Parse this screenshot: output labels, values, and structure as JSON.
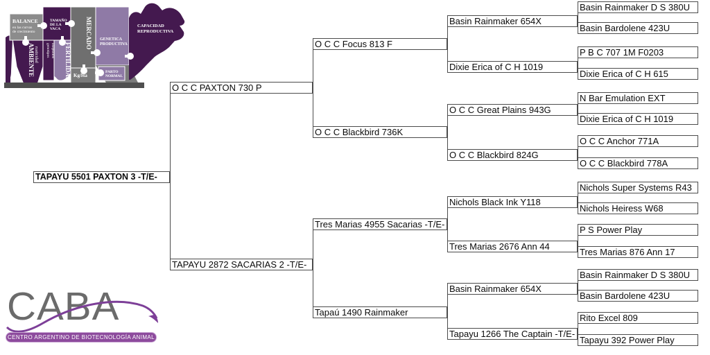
{
  "pedigree": {
    "subject": "TAPAYU 5501 PAXTON 3 -T/E-",
    "generations": {
      "g1": [
        "O C C PAXTON 730 P",
        "TAPAYU 2872 SACARIAS 2 -T/E-"
      ],
      "g2": [
        "O C C Focus 813 F",
        "O C C Blackbird 736K",
        "Tres Marias 4955 Sacarias -T/E-",
        "Tapaú 1490 Rainmaker"
      ],
      "g3": [
        "Basin Rainmaker 654X",
        "Dixie Erica of C H 1019",
        "O C C Great Plains 943G",
        "O C C Blackbird 824G",
        "Nichols Black Ink Y118",
        "Tres Marias 2676 Ann 44",
        "Basin Rainmaker 654X",
        "Tapayu 1266 The Captain -T/E-"
      ],
      "g4": [
        "Basin Rainmaker D S 380U",
        "Basin Bardolene 423U",
        "P B C 707 1M F0203",
        "Dixie Erica of C H 615",
        "N Bar Emulation EXT",
        "Dixie Erica of C H 1019",
        "O C C Anchor 771A",
        "O C C Blackbird 778A",
        "Nichols Super Systems R43",
        "Nichols Heiress W68",
        "P S Power Play",
        "Tres Marias 876 Ann 17",
        "Basin Rainmaker D S 380U",
        "Basin Bardolene 423U",
        "Rito Excel 809",
        "Tapayu 392 Power Play"
      ]
    }
  },
  "bull_puzzle": {
    "balance": {
      "title": "BALANCE",
      "line1": "en las curvas",
      "line2": "de crecimiento"
    },
    "tamano": {
      "line1": "TAMAÑO",
      "line2": "DE LA",
      "line3": "VACA"
    },
    "mercado": "MERCADO",
    "kg_ha": "Kg/Ha",
    "fertilidad": "FERTILIDAD",
    "genotipos": {
      "line1": "genotipos",
      "line2": "adaptados"
    },
    "ambiente": {
      "title": "AMBIENTE",
      "sub": "rusticidad"
    },
    "genetica": {
      "line1": "GENETICA",
      "line2": "PRODUCTIVA"
    },
    "parto": {
      "line1": "PARTO",
      "line2": "NORMAL"
    },
    "capacidad": {
      "line1": "CAPACIDAD",
      "line2": "REPRODUCTIVA"
    }
  },
  "logo": {
    "acronym": "CABA",
    "banner": "CENTRO ARGENTINO DE BIOTECNOLOGÍA ANIMAL"
  },
  "colors": {
    "dark_purple": "#44194f",
    "light_purple": "#8f7aa6",
    "gray_light": "#8c8c8c",
    "gray_dark": "#6f6f6f",
    "ground_gray": "#4f4f4f",
    "logo_purple": "#8d4b9d",
    "swoosh_purple": "#7d3f98",
    "letters_gray": "#6b6b6b",
    "box_border": "#4b4b4b"
  }
}
